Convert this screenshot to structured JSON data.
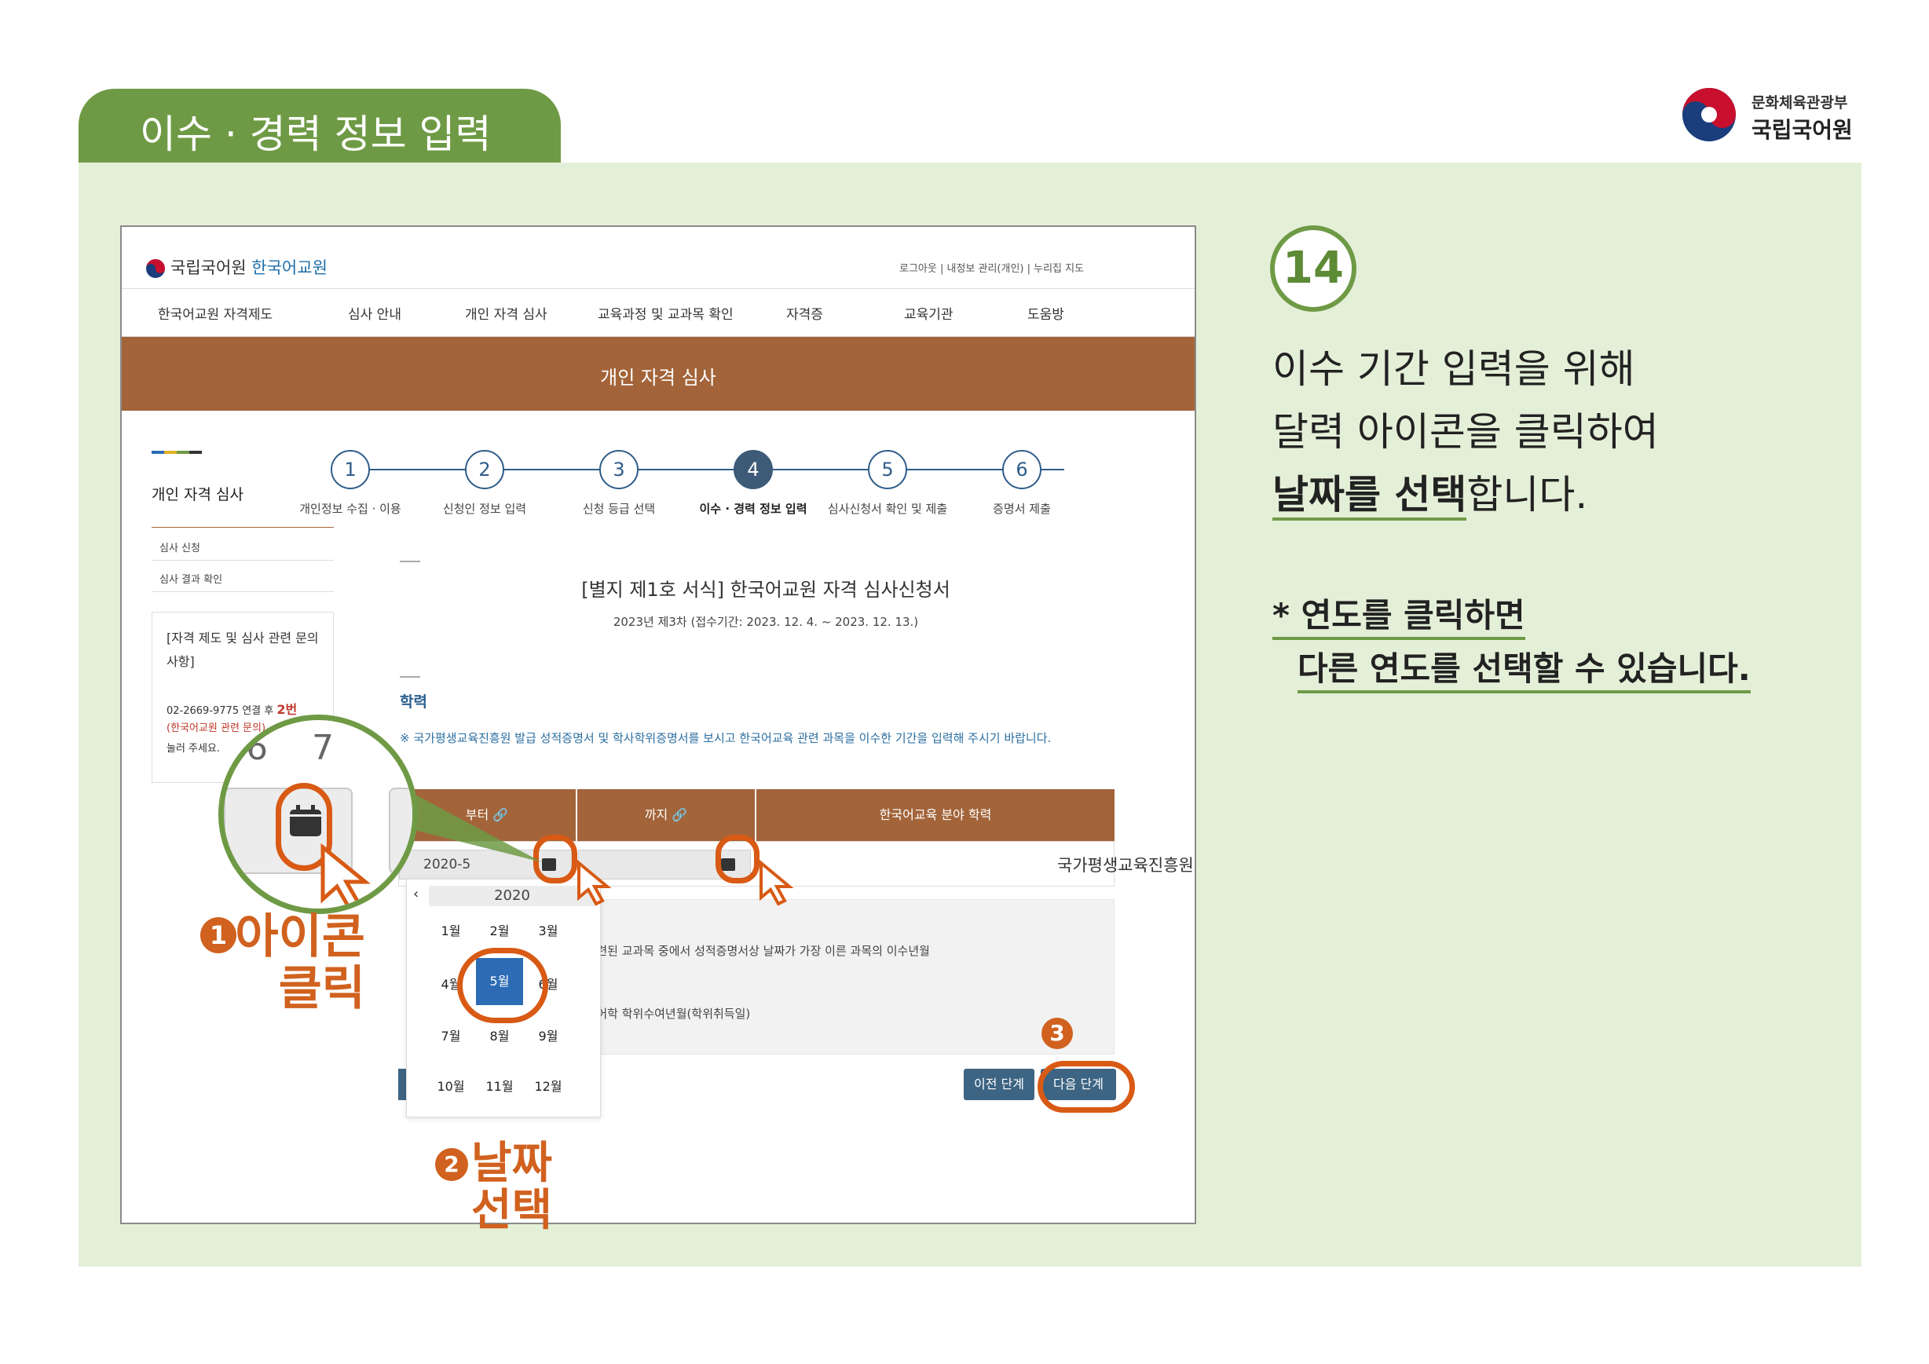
{
  "page": {
    "title": "이수 · 경력 정보 입력",
    "logo_line1": "문화체육관광부",
    "logo_line2": "국립국어원"
  },
  "site": {
    "logo_main": "국립국어원",
    "logo_sub": "한국어교원",
    "util_links": "로그아웃 | 내정보 관리(개인) | 누리집 지도",
    "nav": [
      "한국어교원 자격제도",
      "심사 안내",
      "개인 자격 심사",
      "교육과정 및 교과목 확인",
      "자격증",
      "교육기관",
      "도움방"
    ],
    "banner": "개인 자격 심사"
  },
  "sidebar": {
    "title": "개인 자격 심사",
    "items": [
      "심사 신청",
      "심사 결과 확인"
    ],
    "contact_title": "[자격 제도 및 심사 관련 문의 사항]",
    "contact_phone": "02-2669-9775 연결 후",
    "contact_ext": "2번",
    "contact_red": "(한국어교원 관련 문의)",
    "contact_press": "눌러 주세요."
  },
  "stepper": {
    "current": 4,
    "steps": [
      {
        "num": "1",
        "label": "개인정보 수집 · 이용"
      },
      {
        "num": "2",
        "label": "신청인 정보 입력"
      },
      {
        "num": "3",
        "label": "신청 등급 선택"
      },
      {
        "num": "4",
        "label": "이수 · 경력 정보 입력"
      },
      {
        "num": "5",
        "label": "심사신청서 확인 및 제출"
      },
      {
        "num": "6",
        "label": "증명서 제출"
      }
    ]
  },
  "form": {
    "title": "[별지 제1호 서식] 한국어교원 자격 심사신청서",
    "subtitle": "2023년 제3차 (접수기간: 2023. 12. 4. ~ 2023. 12. 13.)",
    "section": "학력",
    "note": "※ 국가평생교육진흥원 발급 성적증명서 및 학사학위증명서를 보시고 한국어교육 관련 과목을 이수한 기간을 입력해 주시기 바랍니다.",
    "col_from": "부터 🔗",
    "col_to": "까지 🔗",
    "col_field": "한국어교육 분야 학력",
    "from_value": "2020-5",
    "to_value": "",
    "institution": "국가평생교육진흥원 외국어로서의 한국어학",
    "help_1": "한국어교육과 관련된 교과목 중에서 성적증명서상 날짜가 가장 이른 과목의 이수년월",
    "help_2": "국어로서의 한국어학 학위수여년월(학위취득일)",
    "prev_button": "이전 단계",
    "next_button": "다음 단계"
  },
  "datepicker": {
    "prev": "‹",
    "year": "2020",
    "months": [
      "1월",
      "2월",
      "3월",
      "4월",
      "5월",
      "6월",
      "7월",
      "8월",
      "9월",
      "10월",
      "11월",
      "12월"
    ],
    "selected": "5월"
  },
  "magnifier": {
    "n6": "6",
    "n7": "7"
  },
  "annotations": {
    "a1_num": "1",
    "a1_text": "아이콘 클릭",
    "a2_num": "2",
    "a2_line1": "날짜",
    "a2_line2": "선택",
    "a3_num": "3"
  },
  "instructions": {
    "step": "14",
    "line1": "이수 기간 입력을 위해",
    "line2": "달력 아이콘을 클릭하여",
    "line3_bold": "날짜를 선택",
    "line3_rest": "합니다.",
    "note_line1": "* 연도를 클릭하면",
    "note_line2": "다른 연도를 선택할 수 있습니다."
  },
  "colors": {
    "green": "#6f9a45",
    "panel": "#e4efd8",
    "brown": "#a3643a",
    "orange": "#d85a14",
    "navy": "#2f5d8a"
  }
}
